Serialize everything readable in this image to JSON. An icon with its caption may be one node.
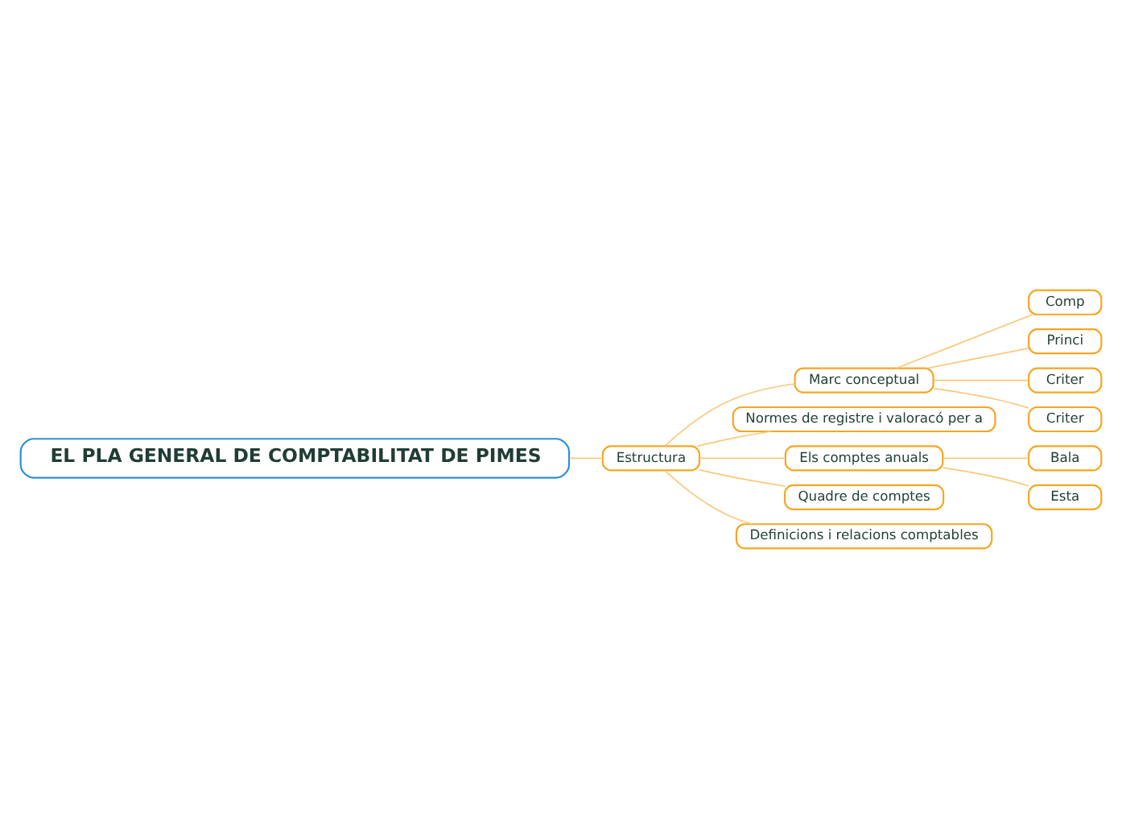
{
  "diagram": {
    "nodes": [
      {
        "text": [
          "EL PLA GENERAL DE COMPTABILITAT DE PIMES"
        ]
      },
      {
        "text": [
          "Estructura"
        ]
      },
      {
        "text": [
          "Marc conceptual"
        ]
      },
      {
        "text": [
          "Comp"
        ]
      },
      {
        "text": [
          "Princi"
        ]
      },
      {
        "text": [
          "Criter"
        ]
      },
      {
        "text": [
          "Criter"
        ]
      },
      {
        "text": [
          "Normes de registre i valoracó per a"
        ]
      },
      {
        "text": [
          "Els comptes anuals"
        ]
      },
      {
        "text": [
          "Bala"
        ]
      },
      {
        "text": [
          "Esta"
        ]
      },
      {
        "text": [
          "Quadre de comptes"
        ]
      },
      {
        "text": [
          "Definicions i relacions comptables"
        ]
      }
    ],
    "edges": [
      {
        "from": 0,
        "to": 1,
        "arrow": "none"
      },
      {
        "from": 1,
        "to": 2,
        "arrow": "none"
      },
      {
        "from": 2,
        "to": 3,
        "arrow": "none"
      },
      {
        "from": 2,
        "to": 4,
        "arrow": "none"
      },
      {
        "from": 2,
        "to": 5,
        "arrow": "none"
      },
      {
        "from": 2,
        "to": 6,
        "arrow": "none"
      },
      {
        "from": 1,
        "to": 7,
        "arrow": "none"
      },
      {
        "from": 1,
        "to": 8,
        "arrow": "none"
      },
      {
        "from": 8,
        "to": 9,
        "arrow": "none"
      },
      {
        "from": 8,
        "to": 10,
        "arrow": "none"
      },
      {
        "from": 1,
        "to": 11,
        "arrow": "none"
      },
      {
        "from": 1,
        "to": 12,
        "arrow": "none"
      }
    ]
  }
}
